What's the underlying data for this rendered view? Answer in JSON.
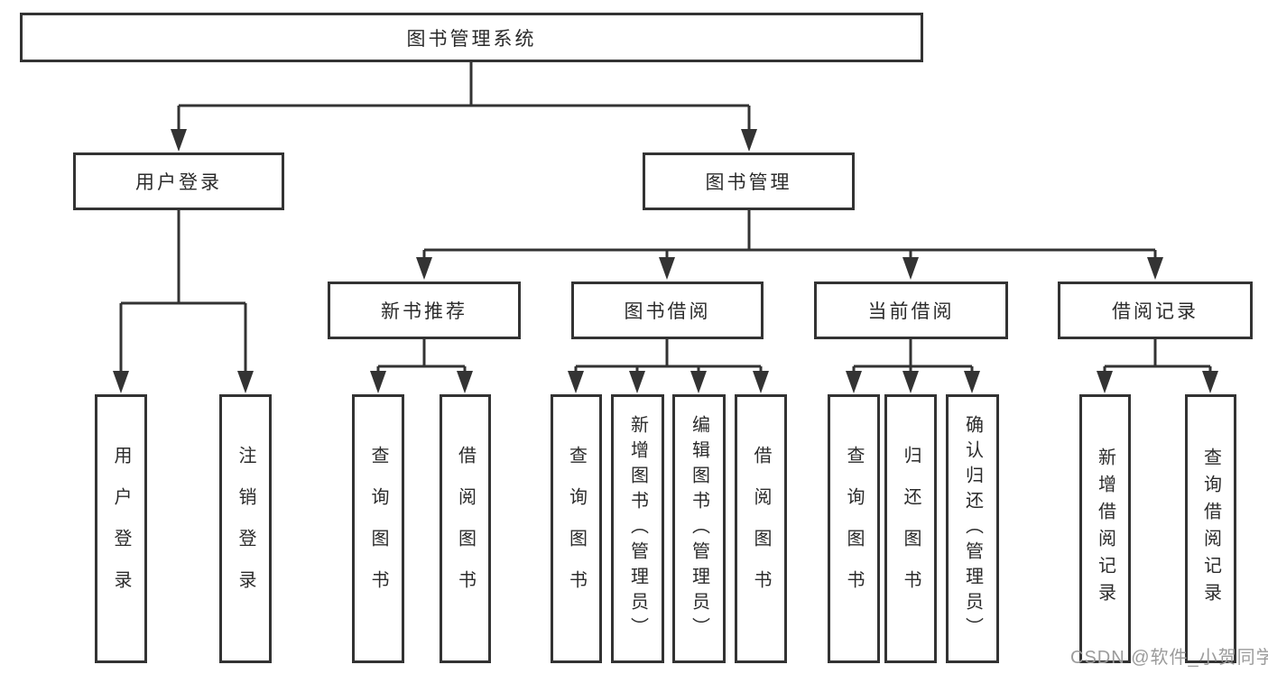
{
  "colors": {
    "line": "#333333",
    "text": "#2b2b2b",
    "watermark": "#9b9b9b",
    "background": "#ffffff"
  },
  "tree": {
    "root": "图书管理系统",
    "login": {
      "label": "用户登录",
      "children": [
        "用户登录",
        "注销登录"
      ]
    },
    "manage": {
      "label": "图书管理",
      "sections": [
        {
          "label": "新书推荐",
          "children": [
            "查询图书",
            "借阅图书"
          ]
        },
        {
          "label": "图书借阅",
          "children": [
            "查询图书",
            "新增图书（管理员）",
            "编辑图书（管理员）",
            "借阅图书"
          ]
        },
        {
          "label": "当前借阅",
          "children": [
            "查询图书",
            "归还图书",
            "确认归还（管理员）"
          ]
        },
        {
          "label": "借阅记录",
          "children": [
            "新增借阅记录",
            "查询借阅记录"
          ]
        }
      ]
    }
  },
  "watermark": {
    "text": "CSDN @软件_小贺同学"
  }
}
